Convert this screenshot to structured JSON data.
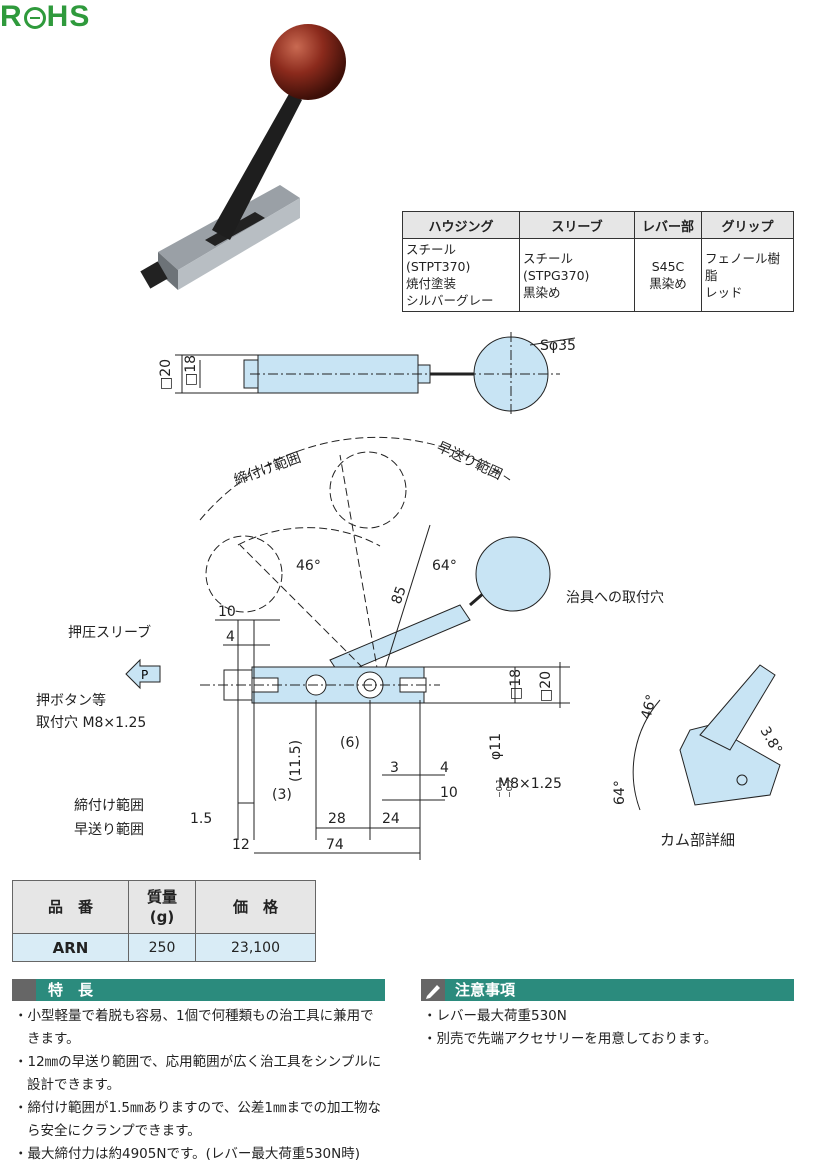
{
  "logo": {
    "text_r": "R",
    "text_hs": "HS",
    "full": "RoHS"
  },
  "material_table": {
    "headers": [
      "ハウジング",
      "スリーブ",
      "レバー部",
      "グリップ"
    ],
    "row": [
      "スチール(STPT370)\n焼付塗装\nシルバーグレー",
      "スチール(STPG370)\n黒染め",
      "S45C\n黒染め",
      "フェノール樹脂\nレッド"
    ]
  },
  "drawing": {
    "sphere": "Sφ35",
    "dim_sq20": "□20",
    "dim_sq18": "□18",
    "clamp_range": "締付け範囲",
    "fast_range": "早送り範囲",
    "angle_46": "46°",
    "angle_64": "64°",
    "len_85": "85",
    "jig_hole": "治具への取付穴",
    "press_sleeve": "押圧スリーブ",
    "p_mark": "P",
    "push_button": "押ボタン等",
    "mount_hole": "取付穴 M8×1.25",
    "d10": "10",
    "d4": "4",
    "d11_5": "(11.5)",
    "d6": "(6)",
    "d3p": "(3)",
    "d3": "3",
    "d4b": "4",
    "d10b": "10",
    "phi11": "φ11",
    "phi11_tol_up": "−0.1",
    "phi11_tol_dn": "−0.2",
    "m8": "M8×1.25",
    "d1_5": "1.5",
    "d28": "28",
    "d24": "24",
    "d12": "12",
    "d74": "74",
    "cam_detail": "カム部詳細",
    "cam_3_8": "3.8°",
    "cam_46": "46°",
    "cam_64": "64°"
  },
  "spec_table": {
    "h_part": "品　番",
    "h_mass": "質量\n(g)",
    "h_price": "価　格",
    "part": "ARN",
    "mass": "250",
    "price": "23,100"
  },
  "features": {
    "title": "特　長",
    "items": [
      "・小型軽量で着脱も容易、1個で何種類もの治工具に兼用できます。",
      "・12㎜の早送り範囲で、応用範囲が広く治工具をシンプルに設計できます。",
      "・締付け範囲が1.5㎜ありますので、公差1㎜までの加工物なら安全にクランプできます。",
      "・最大締付力は約4905Nです。(レバー最大荷重530N時)"
    ]
  },
  "notes": {
    "title": "注意事項",
    "items": [
      "・レバー最大荷重530N",
      "・別売で先端アクセサリーを用意しております。"
    ]
  },
  "colors": {
    "accent": "#2b8b7d",
    "part_fill": "#c8e4f4",
    "knob": "#8b2a1c",
    "rohs": "#2f9a3c"
  }
}
